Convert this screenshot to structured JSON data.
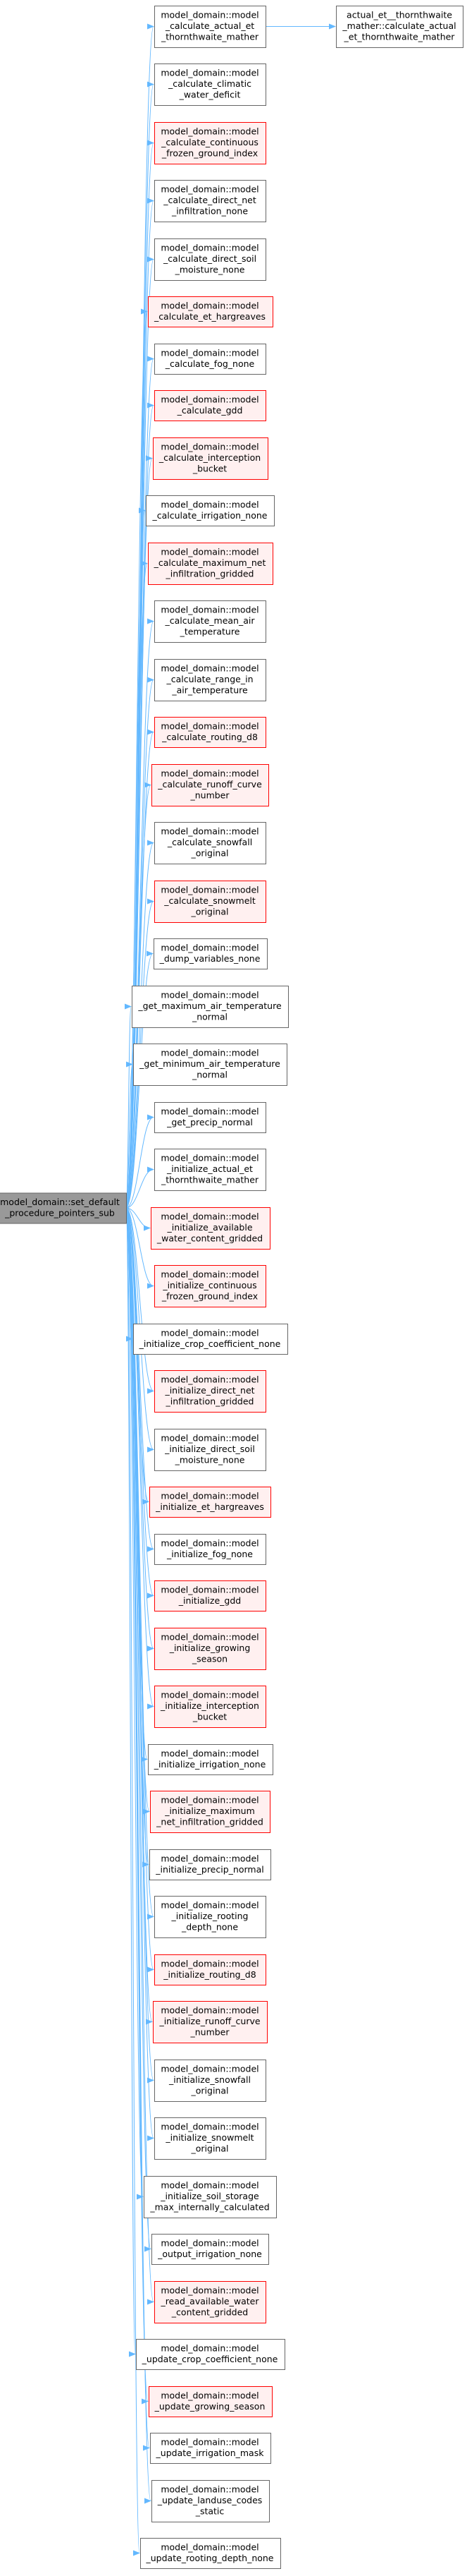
{
  "colors": {
    "edge": "#63b8ff",
    "root_fill": "#999999",
    "root_border": "#666666",
    "plain_fill": "#ffffff",
    "plain_border": "#666666",
    "red_fill": "#fff0f0",
    "red_border": "#ff0000"
  },
  "root": {
    "lines": [
      "model_domain::set_default",
      "_procedure_pointers_sub"
    ]
  },
  "callees": [
    {
      "lines": [
        "model_domain::model",
        "_calculate_actual_et",
        "_thornthwaite_mather"
      ],
      "style": "plain"
    },
    {
      "lines": [
        "model_domain::model",
        "_calculate_climatic",
        "_water_deficit"
      ],
      "style": "plain"
    },
    {
      "lines": [
        "model_domain::model",
        "_calculate_continuous",
        "_frozen_ground_index"
      ],
      "style": "red"
    },
    {
      "lines": [
        "model_domain::model",
        "_calculate_direct_net",
        "_infiltration_none"
      ],
      "style": "plain"
    },
    {
      "lines": [
        "model_domain::model",
        "_calculate_direct_soil",
        "_moisture_none"
      ],
      "style": "plain"
    },
    {
      "lines": [
        "model_domain::model",
        "_calculate_et_hargreaves"
      ],
      "style": "red"
    },
    {
      "lines": [
        "model_domain::model",
        "_calculate_fog_none"
      ],
      "style": "plain"
    },
    {
      "lines": [
        "model_domain::model",
        "_calculate_gdd"
      ],
      "style": "red"
    },
    {
      "lines": [
        "model_domain::model",
        "_calculate_interception",
        "_bucket"
      ],
      "style": "red"
    },
    {
      "lines": [
        "model_domain::model",
        "_calculate_irrigation_none"
      ],
      "style": "plain"
    },
    {
      "lines": [
        "model_domain::model",
        "_calculate_maximum_net",
        "_infiltration_gridded"
      ],
      "style": "red"
    },
    {
      "lines": [
        "model_domain::model",
        "_calculate_mean_air",
        "_temperature"
      ],
      "style": "plain"
    },
    {
      "lines": [
        "model_domain::model",
        "_calculate_range_in",
        "_air_temperature"
      ],
      "style": "plain"
    },
    {
      "lines": [
        "model_domain::model",
        "_calculate_routing_d8"
      ],
      "style": "red"
    },
    {
      "lines": [
        "model_domain::model",
        "_calculate_runoff_curve",
        "_number"
      ],
      "style": "red"
    },
    {
      "lines": [
        "model_domain::model",
        "_calculate_snowfall",
        "_original"
      ],
      "style": "plain"
    },
    {
      "lines": [
        "model_domain::model",
        "_calculate_snowmelt",
        "_original"
      ],
      "style": "red"
    },
    {
      "lines": [
        "model_domain::model",
        "_dump_variables_none"
      ],
      "style": "plain"
    },
    {
      "lines": [
        "model_domain::model",
        "_get_maximum_air_temperature",
        "_normal"
      ],
      "style": "plain"
    },
    {
      "lines": [
        "model_domain::model",
        "_get_minimum_air_temperature",
        "_normal"
      ],
      "style": "plain"
    },
    {
      "lines": [
        "model_domain::model",
        "_get_precip_normal"
      ],
      "style": "plain"
    },
    {
      "lines": [
        "model_domain::model",
        "_initialize_actual_et",
        "_thornthwaite_mather"
      ],
      "style": "plain"
    },
    {
      "lines": [
        "model_domain::model",
        "_initialize_available",
        "_water_content_gridded"
      ],
      "style": "red"
    },
    {
      "lines": [
        "model_domain::model",
        "_initialize_continuous",
        "_frozen_ground_index"
      ],
      "style": "red"
    },
    {
      "lines": [
        "model_domain::model",
        "_initialize_crop_coefficient_none"
      ],
      "style": "plain"
    },
    {
      "lines": [
        "model_domain::model",
        "_initialize_direct_net",
        "_infiltration_gridded"
      ],
      "style": "red"
    },
    {
      "lines": [
        "model_domain::model",
        "_initialize_direct_soil",
        "_moisture_none"
      ],
      "style": "plain"
    },
    {
      "lines": [
        "model_domain::model",
        "_initialize_et_hargreaves"
      ],
      "style": "red"
    },
    {
      "lines": [
        "model_domain::model",
        "_initialize_fog_none"
      ],
      "style": "plain"
    },
    {
      "lines": [
        "model_domain::model",
        "_initialize_gdd"
      ],
      "style": "red"
    },
    {
      "lines": [
        "model_domain::model",
        "_initialize_growing",
        "_season"
      ],
      "style": "red"
    },
    {
      "lines": [
        "model_domain::model",
        "_initialize_interception",
        "_bucket"
      ],
      "style": "red"
    },
    {
      "lines": [
        "model_domain::model",
        "_initialize_irrigation_none"
      ],
      "style": "plain"
    },
    {
      "lines": [
        "model_domain::model",
        "_initialize_maximum",
        "_net_infiltration_gridded"
      ],
      "style": "red"
    },
    {
      "lines": [
        "model_domain::model",
        "_initialize_precip_normal"
      ],
      "style": "plain"
    },
    {
      "lines": [
        "model_domain::model",
        "_initialize_rooting",
        "_depth_none"
      ],
      "style": "plain"
    },
    {
      "lines": [
        "model_domain::model",
        "_initialize_routing_d8"
      ],
      "style": "red"
    },
    {
      "lines": [
        "model_domain::model",
        "_initialize_runoff_curve",
        "_number"
      ],
      "style": "red"
    },
    {
      "lines": [
        "model_domain::model",
        "_initialize_snowfall",
        "_original"
      ],
      "style": "plain"
    },
    {
      "lines": [
        "model_domain::model",
        "_initialize_snowmelt",
        "_original"
      ],
      "style": "plain"
    },
    {
      "lines": [
        "model_domain::model",
        "_initialize_soil_storage",
        "_max_internally_calculated"
      ],
      "style": "plain"
    },
    {
      "lines": [
        "model_domain::model",
        "_output_irrigation_none"
      ],
      "style": "plain"
    },
    {
      "lines": [
        "model_domain::model",
        "_read_available_water",
        "_content_gridded"
      ],
      "style": "red"
    },
    {
      "lines": [
        "model_domain::model",
        "_update_crop_coefficient_none"
      ],
      "style": "plain"
    },
    {
      "lines": [
        "model_domain::model",
        "_update_growing_season"
      ],
      "style": "red"
    },
    {
      "lines": [
        "model_domain::model",
        "_update_irrigation_mask"
      ],
      "style": "plain"
    },
    {
      "lines": [
        "model_domain::model",
        "_update_landuse_codes",
        "_static"
      ],
      "style": "plain"
    },
    {
      "lines": [
        "model_domain::model",
        "_update_rooting_depth_none"
      ],
      "style": "plain"
    }
  ],
  "secondary": {
    "lines": [
      "actual_et__thornthwaite",
      "_mather::calculate_actual",
      "_et_thornthwaite_mather"
    ],
    "style": "plain"
  }
}
